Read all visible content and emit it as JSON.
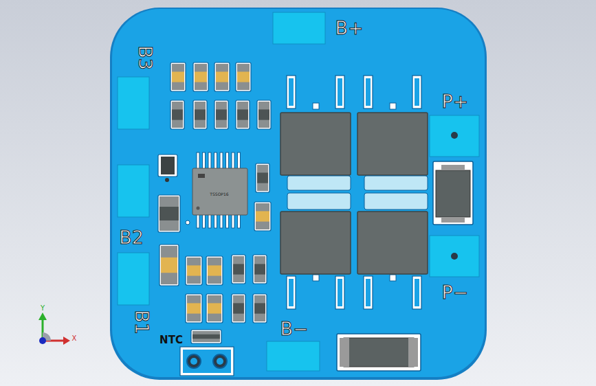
{
  "diagram": {
    "labels": [
      "B+",
      "B3",
      "B2",
      "B1",
      "P+",
      "P−",
      "B−",
      "NTC",
      "TSSOP16",
      "Y",
      "X"
    ]
  }
}
